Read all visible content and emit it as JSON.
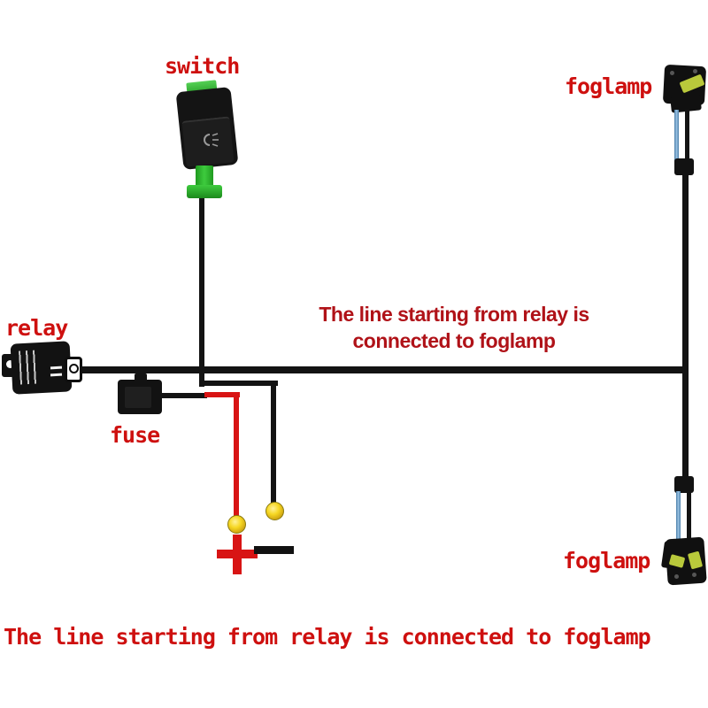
{
  "diagram": {
    "title_caption": "The line starting from relay is connected to foglamp",
    "labels": {
      "switch": "switch",
      "foglamp_top": "foglamp",
      "relay": "relay",
      "fuse": "fuse",
      "foglamp_bottom": "foglamp"
    },
    "note": {
      "line1": "The line starting from relay is",
      "line2": "connected to foglamp"
    },
    "symbols": {
      "plus": "+",
      "minus": "-"
    },
    "colors": {
      "label_red": "#ce100f",
      "note_red": "#b01218",
      "wire_black": "#131313",
      "wire_red": "#d81414",
      "wire_blue": "#7aaed6",
      "connector_green": "#3ecb3e",
      "clip_yellow_green": "#b9c93b",
      "terminal_yellow": "#f6d722"
    }
  }
}
